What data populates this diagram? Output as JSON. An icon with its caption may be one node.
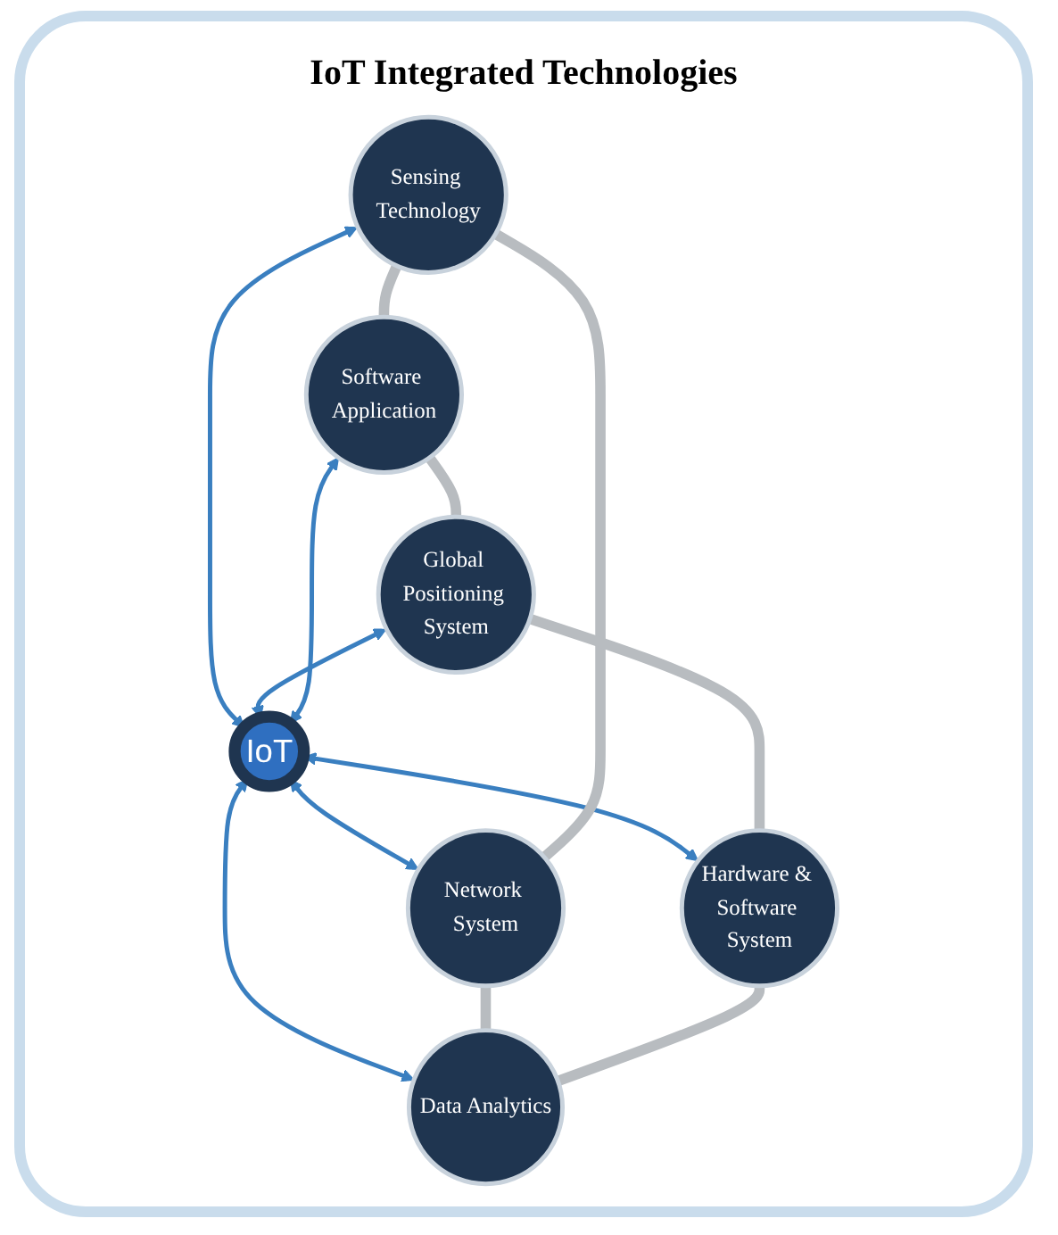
{
  "diagram": {
    "title": "IoT Integrated Technologies",
    "nodes": [
      {
        "text": [
          "Software Application"
        ]
      },
      {
        "text": [
          "Global Positioning System"
        ]
      },
      {
        "text": [
          "Sensing Technology"
        ]
      },
      {
        "text": [
          "IoT"
        ]
      },
      {
        "text": [
          "Hardware & Software System"
        ]
      },
      {
        "text": [
          "Network System"
        ]
      },
      {
        "text": [
          "Data Analytics"
        ]
      }
    ],
    "edges": [
      {
        "from": 3,
        "to": 0,
        "arrow": "both"
      },
      {
        "from": 3,
        "to": 2,
        "arrow": "both"
      },
      {
        "from": 3,
        "to": 5,
        "arrow": "both"
      },
      {
        "from": 3,
        "to": 6,
        "arrow": "both"
      },
      {
        "from": 3,
        "to": 4,
        "arrow": "both"
      },
      {
        "from": 3,
        "to": 1,
        "arrow": "both"
      },
      {
        "from": 0,
        "to": 2,
        "arrow": "none",
        "style": "thick",
        "color": "#b8bcc0"
      },
      {
        "from": 2,
        "to": 5,
        "arrow": "none",
        "style": "thick",
        "color": "#b8bcc0"
      },
      {
        "from": 5,
        "to": 6,
        "arrow": "none",
        "style": "thick",
        "color": "#b8bcc0"
      },
      {
        "from": 6,
        "to": 4,
        "arrow": "none",
        "style": "thick",
        "color": "#b8bcc0"
      },
      {
        "from": 4,
        "to": 1,
        "arrow": "none",
        "style": "thick",
        "color": "#b8bcc0"
      },
      {
        "from": 1,
        "to": 0,
        "arrow": "none",
        "style": "thick",
        "color": "#b8bcc0"
      }
    ]
  }
}
